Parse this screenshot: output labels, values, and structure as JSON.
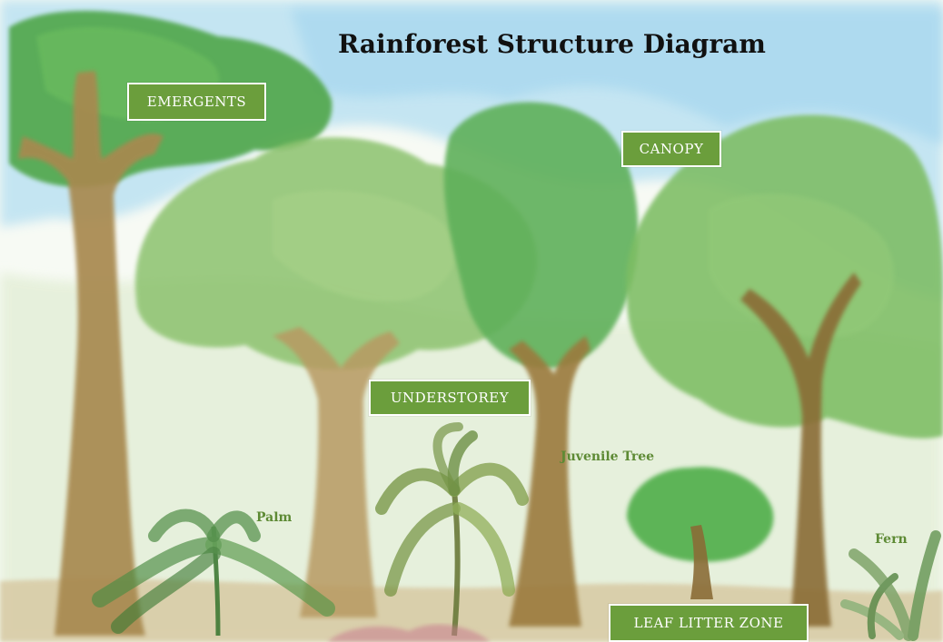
{
  "title": "Rainforest Structure Diagram",
  "layers": {
    "emergents": "EMERGENTS",
    "canopy": "CANOPY",
    "understorey": "UNDERSTOREY",
    "leaf_litter": "LEAF LITTER ZONE"
  },
  "plants": {
    "palm": "Palm",
    "juvenile_tree": "Juvenile Tree",
    "fern": "Fern"
  },
  "colors": {
    "label_bg": "#6b9e3c",
    "plant_text": "#5d8a34",
    "sky": "#bfe3f2",
    "foliage": "#6fb55a",
    "trunk": "#a8894f"
  }
}
